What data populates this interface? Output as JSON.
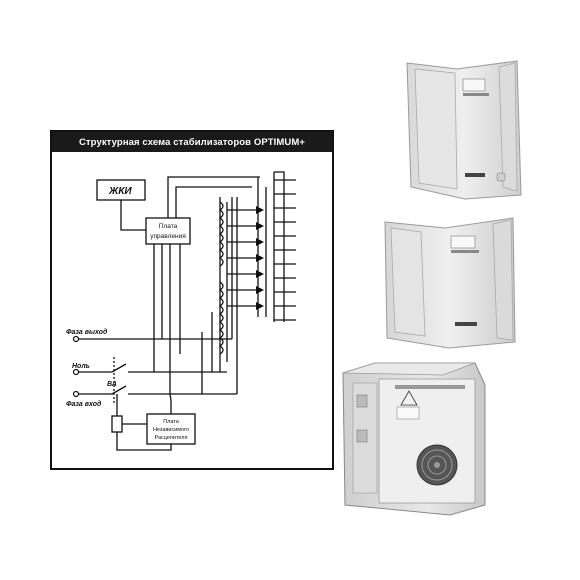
{
  "scheme": {
    "title": "Структурная схема стабилизаторов OPTIMUM+",
    "display_label": "ЖКИ",
    "control_board": [
      "Плата",
      "управления"
    ],
    "phase_out": "Фаза выход",
    "neutral": "Ноль",
    "phase_in": "Фаза вход",
    "breaker": "ВА",
    "independent_board": [
      "Плата",
      "Независимого",
      "Расцепителя"
    ]
  },
  "photos": [
    {
      "name": "stabilizer-front-top",
      "view": "front"
    },
    {
      "name": "stabilizer-front-middle",
      "view": "front"
    },
    {
      "name": "stabilizer-back",
      "view": "back"
    }
  ]
}
